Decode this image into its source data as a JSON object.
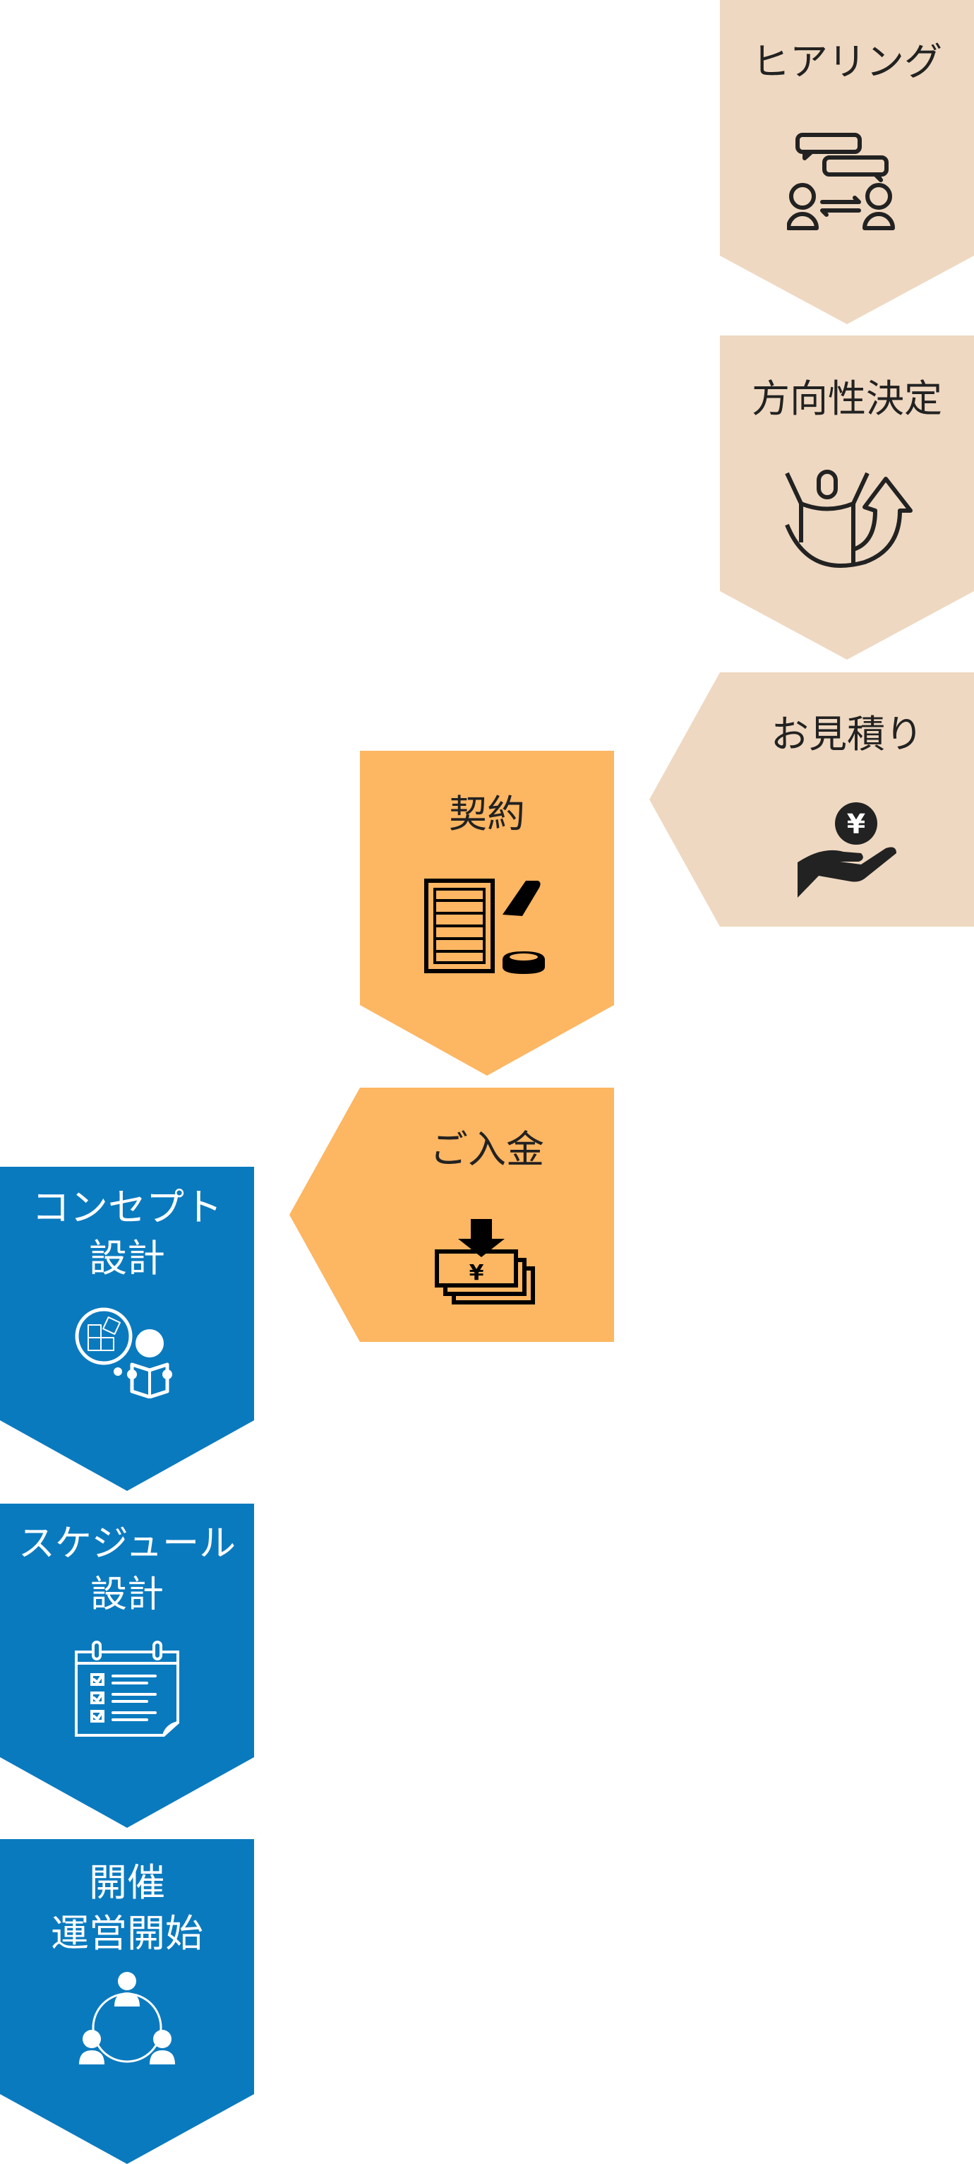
{
  "colors": {
    "beige": "#EFD8C1",
    "orange": "#FDB662",
    "blue": "#0A7ABF",
    "dark": "#222222"
  },
  "steps": [
    {
      "lines": [
        "ヒアリング"
      ],
      "icon": "conversation-icon"
    },
    {
      "lines": [
        "方向性決定"
      ],
      "icon": "direction-arrow-person-icon"
    },
    {
      "lines": [
        "お見積り"
      ],
      "icon": "hand-yen-coin-icon"
    },
    {
      "lines": [
        "契約"
      ],
      "icon": "contract-stamp-icon"
    },
    {
      "lines": [
        "ご入金"
      ],
      "icon": "yen-deposit-icon"
    },
    {
      "lines": [
        "コンセプト",
        "設計"
      ],
      "icon": "concept-thinking-icon"
    },
    {
      "lines": [
        "スケジュール",
        "設計"
      ],
      "icon": "schedule-calendar-icon"
    },
    {
      "lines": [
        "開催",
        "運営開始"
      ],
      "icon": "team-cycle-icon"
    }
  ]
}
